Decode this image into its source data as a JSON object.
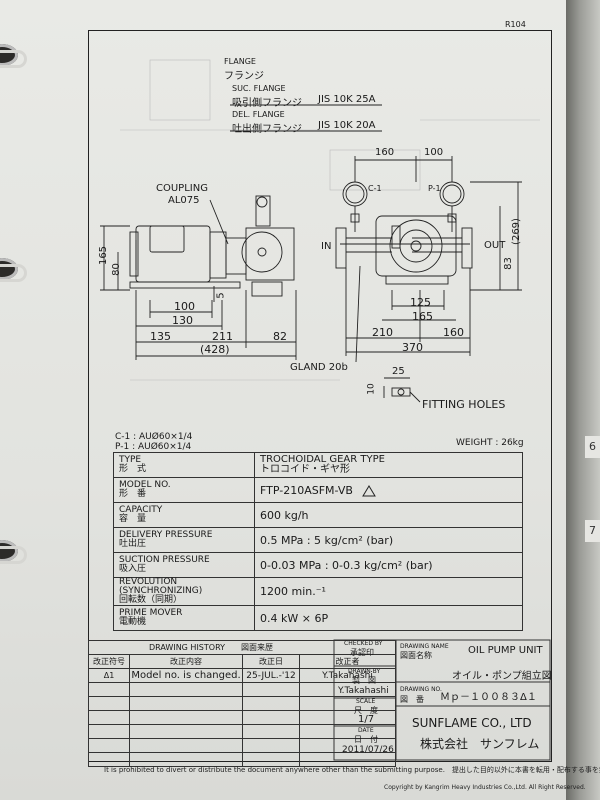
{
  "sheet_ref": "R104",
  "flange": {
    "title_en": "FLANGE",
    "title_jp": "フランジ",
    "suc_en": "SUC. FLANGE",
    "suc_jp": "吸引側フランジ",
    "suc_spec": "JIS 10K 25A",
    "del_en": "DEL. FLANGE",
    "del_jp": "吐出側フランジ",
    "del_spec": "JIS 10K 20A"
  },
  "drawing_labels": {
    "coupling": "COUPLING",
    "coupling_id": "AL075",
    "in": "IN",
    "out": "OUT",
    "c1": "C-1",
    "p1": "P-1",
    "gland": "GLAND 20b",
    "fitting": "FITTING HOLES"
  },
  "dimensions": {
    "d160_top": "160",
    "d100_top": "100",
    "d165": "165",
    "d80": "80",
    "d269": "(269)",
    "d83": "83",
    "d5": "5",
    "d100": "100",
    "d130": "130",
    "d135": "135",
    "d211": "211",
    "d82": "82",
    "d428": "(428)",
    "d125": "125",
    "d165b": "165",
    "d210": "210",
    "d160b": "160",
    "d370": "370",
    "d25": "25",
    "d10": "10"
  },
  "gauges": {
    "c1": "C-1 : AUØ60×1/4",
    "p1": "P-1 : AUØ60×1/4"
  },
  "weight": "WEIGHT : 26kg",
  "spec_rows": [
    {
      "en": "TYPE",
      "jp": "形　式",
      "value_en": "TROCHOIDAL GEAR TYPE",
      "value_jp": "トロコイド・ギヤ形"
    },
    {
      "en": "MODEL NO.",
      "jp": "形　番",
      "value": "FTP-210ASFM-VB"
    },
    {
      "en": "CAPACITY",
      "jp": "容　量",
      "value": "600 kg/h"
    },
    {
      "en": "DELIVERY PRESSURE",
      "jp": "吐出圧",
      "value": "0.5 MPa : 5 kg/cm² (bar)"
    },
    {
      "en": "SUCTION PRESSURE",
      "jp": "吸入圧",
      "value": "0-0.03 MPa : 0-0.3 kg/cm² (bar)"
    },
    {
      "en": "REVOLUTION (SYNCHRONIZING)",
      "jp": "回転数（同期）",
      "value": "1200 min.⁻¹"
    },
    {
      "en": "PRIME MOVER",
      "jp": "電動機",
      "value": "0.4 kW × 6P"
    }
  ],
  "history": {
    "title_en": "DRAWING HISTORY",
    "title_jp": "図面来歴",
    "col_symbol": "改正符号",
    "col_content": "改正内容",
    "col_date": "改正日",
    "col_by": "改正者",
    "row_symbol": "Δ1",
    "row_content": "Model no. is changed.",
    "row_date": "25-JUL.-'12",
    "row_by": "Y.Takahashi"
  },
  "approval": {
    "checked_en": "CHECKED BY",
    "checked_jp": "承認印",
    "drawn_en": "DRAWN BY",
    "drawn_jp": "製　図",
    "drawn_name": "Y.Takahashi",
    "scale_en": "SCALE",
    "scale_jp": "尺　度",
    "scale_value": "1/7",
    "date_en": "DATE",
    "date_jp": "日　付",
    "date_value": "2011/07/26"
  },
  "title_block": {
    "name_label_en": "DRAWING NAME",
    "name_label_jp": "図面名称",
    "name_en": "OIL PUMP UNIT",
    "name_jp": "オイル・ポンプ組立図",
    "no_label_en": "DRAWING NO.",
    "no_label_jp": "図　番",
    "no_value": "Ｍｐ－１００８３Δ１",
    "company_en": "SUNFLAME CO., LTD",
    "company_jp": "株式会社　サンフレム"
  },
  "footer": {
    "notice": "It is prohibited to divert or distribute the document anywhere other than the submitting purpose.　提出した目的以外に本書を転用・配布する事を禁ず。",
    "copyright": "Copyright by Kangrim Heavy Industries Co.,Ltd. All Right Reserved."
  },
  "side_tabs": [
    "6",
    "7"
  ]
}
